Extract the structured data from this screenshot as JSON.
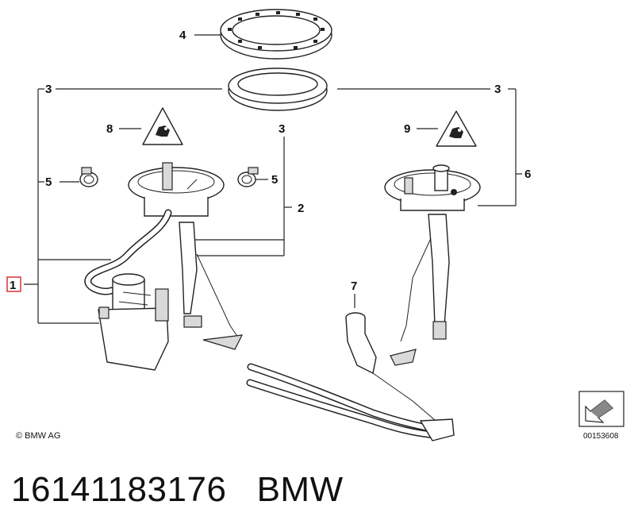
{
  "callouts": {
    "c1": "1",
    "c2": "2",
    "c3a": "3",
    "c3b": "3",
    "c3c": "3",
    "c4": "4",
    "c5a": "5",
    "c5b": "5",
    "c6": "6",
    "c7": "7",
    "c8": "8",
    "c9": "9"
  },
  "copyright": "© BMW AG",
  "diagram_id": "00153608",
  "footer": {
    "part_number": "16141183176   BMW"
  },
  "colors": {
    "highlight_box": "#e03030",
    "ink": "#222222"
  },
  "icons": {
    "warning_left": "fuel-warning-triangle-icon",
    "warning_right": "fuel-warning-triangle-icon",
    "nav_arrow": "next-page-arrow-icon"
  }
}
